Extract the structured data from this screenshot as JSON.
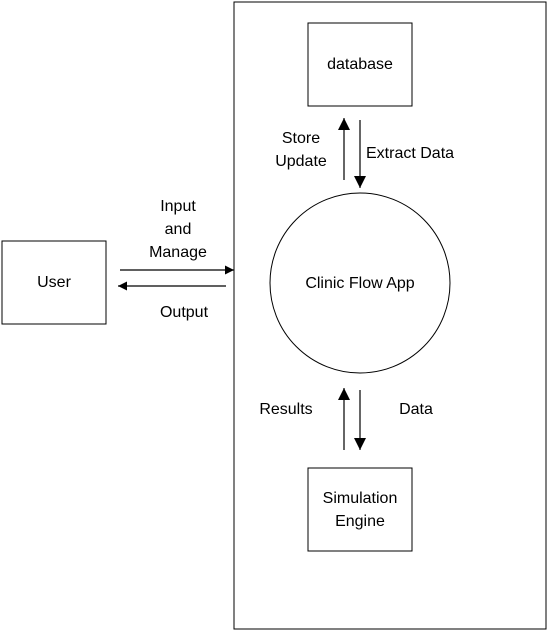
{
  "nodes": {
    "user": "User",
    "database": "database",
    "app": "Clinic Flow App",
    "engine": {
      "line1": "Simulation",
      "line2": "Engine"
    }
  },
  "flows": {
    "store_update": {
      "line1": "Store",
      "line2": "Update"
    },
    "extract_data": "Extract Data",
    "input_manage": {
      "line1": "Input",
      "line2": "and",
      "line3": "Manage"
    },
    "output": "Output",
    "results": "Results",
    "data": "Data"
  }
}
